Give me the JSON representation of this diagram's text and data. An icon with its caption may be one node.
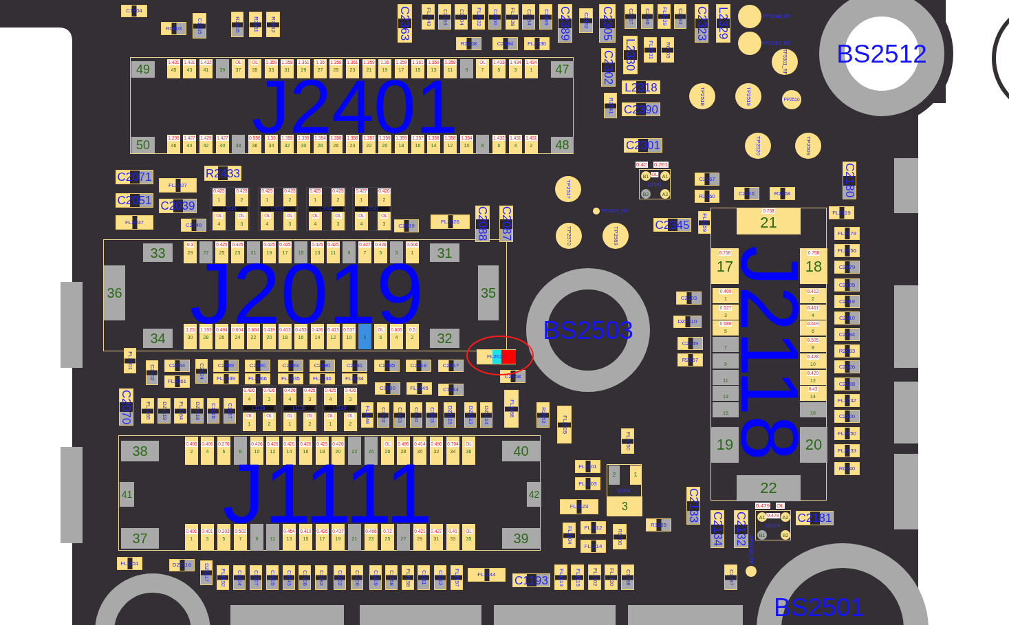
{
  "diagram": {
    "nodes": [
      {
        "text": [
          "BS2512"
        ]
      },
      {
        "text": [
          "BS2503"
        ]
      },
      {
        "text": [
          "BS2501"
        ]
      },
      {
        "text": [
          "J2401"
        ]
      },
      {
        "text": [
          "J2019"
        ]
      },
      {
        "text": [
          "J1111"
        ]
      },
      {
        "text": [
          "J2118"
        ]
      },
      {
        "text": [
          "C1904"
        ]
      },
      {
        "text": [
          "R0803"
        ]
      },
      {
        "text": [
          "C1905"
        ]
      },
      {
        "text": [
          "R2405"
        ]
      },
      {
        "text": [
          "R2411"
        ]
      },
      {
        "text": [
          "R2412"
        ]
      },
      {
        "text": [
          "C2363"
        ]
      },
      {
        "text": [
          "FL2343"
        ]
      },
      {
        "text": [
          "C2393"
        ]
      },
      {
        "text": [
          "C2304"
        ]
      },
      {
        "text": [
          "FL2322"
        ]
      },
      {
        "text": [
          "C2300"
        ]
      },
      {
        "text": [
          "FL2328"
        ]
      },
      {
        "text": [
          "C2394"
        ]
      },
      {
        "text": [
          "C2396"
        ]
      },
      {
        "text": [
          "C2389"
        ]
      },
      {
        "text": [
          "R2468"
        ]
      },
      {
        "text": [
          "C2384"
        ]
      },
      {
        "text": [
          "FL2330"
        ]
      },
      {
        "text": [
          "C2392"
        ]
      },
      {
        "text": [
          "C2305"
        ]
      },
      {
        "text": [
          "C2387"
        ]
      },
      {
        "text": [
          "C2386"
        ]
      },
      {
        "text": [
          "FL2329"
        ]
      },
      {
        "text": [
          "C2383"
        ]
      },
      {
        "text": [
          "C2323"
        ]
      },
      {
        "text": [
          "L2329"
        ]
      },
      {
        "text": [],
        "shape": "circle",
        "beside": [
          "PP3168_RF"
        ]
      },
      {
        "text": [],
        "shape": "circle",
        "beside": [
          "PP3167_RF"
        ]
      },
      {
        "text": [
          "TP5301_RF"
        ]
      },
      {
        "text": [
          "C2302"
        ]
      },
      {
        "text": [
          "L2330"
        ]
      },
      {
        "text": [
          "FL2331"
        ]
      },
      {
        "text": [
          "R0705"
        ]
      },
      {
        "text": [
          "L2318"
        ]
      },
      {
        "text": [
          "R2341"
        ]
      },
      {
        "text": [
          "C2390"
        ]
      },
      {
        "text": [
          "C2301"
        ]
      },
      {
        "text": [
          "TP2518"
        ]
      },
      {
        "text": [
          "TP2519"
        ]
      },
      {
        "text": [
          "PP2510"
        ]
      },
      {
        "text": [
          "TP2520"
        ]
      },
      {
        "text": [
          "TP2509"
        ]
      },
      {
        "text": [
          "C2180"
        ]
      },
      {
        "text": [
          "U2301",
          "B1",
          "A1",
          "B2",
          "A2",
          "OL"
        ],
        "beside": [
          "0.42",
          "0.201"
        ]
      },
      {
        "text": [
          "C2167"
        ]
      },
      {
        "text": [
          "R2160"
        ]
      },
      {
        "text": [
          "C2116"
        ]
      },
      {
        "text": [
          "R2168"
        ]
      },
      {
        "text": [
          "TP2517"
        ]
      },
      {
        "text": [],
        "shape": "circle",
        "beside": [
          "PP3119_RF"
        ]
      },
      {
        "text": [
          "TP2570"
        ]
      },
      {
        "text": [
          "TP2569"
        ]
      },
      {
        "text": [
          "C2345"
        ]
      },
      {
        "text": [
          "FL2159"
        ]
      },
      {
        "text": [
          "FL2119"
        ]
      },
      {
        "text": [
          "FL2179"
        ]
      },
      {
        "text": [
          "FL2156"
        ]
      },
      {
        "text": [
          "C2179"
        ]
      },
      {
        "text": [
          "C2105"
        ]
      },
      {
        "text": [
          "C2119"
        ]
      },
      {
        "text": [
          "C2110"
        ]
      },
      {
        "text": [
          "C2184"
        ]
      },
      {
        "text": [
          "R2183"
        ]
      },
      {
        "text": [
          "C2126"
        ]
      },
      {
        "text": [
          "C2198"
        ]
      },
      {
        "text": [
          "FL2132"
        ]
      },
      {
        "text": [
          "C2100"
        ]
      },
      {
        "text": [
          "FL2150"
        ]
      },
      {
        "text": [
          "FL2133"
        ]
      },
      {
        "text": [
          "R0340"
        ]
      },
      {
        "text": [
          "C2103"
        ]
      },
      {
        "text": [
          "DZ2110"
        ]
      },
      {
        "text": [
          "C2149"
        ]
      },
      {
        "text": [
          "R2167"
        ]
      },
      {
        "text": [
          "C2071"
        ]
      },
      {
        "text": [
          "C2051"
        ]
      },
      {
        "text": [
          "FL2037"
        ]
      },
      {
        "text": [
          "FL2027"
        ]
      },
      {
        "text": [
          "C2039"
        ]
      },
      {
        "text": [
          "R2433"
        ]
      },
      {
        "text": [
          "C2040"
        ]
      },
      {
        "text": [
          "L2043"
        ]
      },
      {
        "text": [
          "L2042"
        ]
      },
      {
        "text": [
          "L2044"
        ]
      },
      {
        "text": [
          "L2041"
        ]
      },
      {
        "text": [
          "C2019"
        ]
      },
      {
        "text": [
          "FL2026"
        ]
      },
      {
        "text": [
          "C2088"
        ]
      },
      {
        "text": [
          "C2087"
        ]
      },
      {
        "text": [
          "FL2024"
        ]
      },
      {
        "text": [
          "C2058"
        ]
      },
      {
        "text": [
          "FL2001"
        ]
      },
      {
        "text": [
          "C2002"
        ]
      },
      {
        "text": [
          "C2044"
        ]
      },
      {
        "text": [
          "C2004"
        ]
      },
      {
        "text": [
          "FL2061"
        ]
      },
      {
        "text": [
          "C2089"
        ]
      },
      {
        "text": [
          "C2090"
        ]
      },
      {
        "text": [
          "C2093"
        ]
      },
      {
        "text": [
          "C2080"
        ]
      },
      {
        "text": [
          "C2081"
        ]
      },
      {
        "text": [
          "C2095"
        ]
      },
      {
        "text": [
          "C2018"
        ]
      },
      {
        "text": [
          "C2017"
        ]
      },
      {
        "text": [
          "FL2039"
        ]
      },
      {
        "text": [
          "FL2066"
        ]
      },
      {
        "text": [
          "FL2035"
        ]
      },
      {
        "text": [
          "FL2036"
        ]
      },
      {
        "text": [
          "FL2034"
        ]
      },
      {
        "text": [
          "C1100"
        ]
      },
      {
        "text": [
          "FL1145"
        ]
      },
      {
        "text": [
          "C1144"
        ]
      },
      {
        "text": [
          "C2070"
        ]
      },
      {
        "text": [
          "FL1165"
        ]
      },
      {
        "text": [
          "DZ1119"
        ]
      },
      {
        "text": [
          "FL1164"
        ]
      },
      {
        "text": [
          "DZ1118"
        ]
      },
      {
        "text": [
          "C1166"
        ]
      },
      {
        "text": [
          "C1167"
        ]
      },
      {
        "text": [
          "L1138"
        ]
      },
      {
        "text": [
          "L1139"
        ]
      },
      {
        "text": [
          "L1140"
        ]
      },
      {
        "text": [
          "FL1148"
        ]
      },
      {
        "text": [
          "C1162"
        ]
      },
      {
        "text": [
          "C1163"
        ]
      },
      {
        "text": [
          "C1110"
        ]
      },
      {
        "text": [
          "C1103"
        ]
      },
      {
        "text": [
          "DZ1115"
        ]
      },
      {
        "text": [
          "DZ1113"
        ]
      },
      {
        "text": [
          "DZ1114"
        ]
      },
      {
        "text": [
          "FL1166"
        ]
      },
      {
        "text": [
          "R2052"
        ]
      },
      {
        "text": [
          "FL2025"
        ]
      },
      {
        "text": [
          "FL2050"
        ]
      },
      {
        "text": [
          "FL1101"
        ]
      },
      {
        "text": [
          "FL1103"
        ]
      },
      {
        "text": [
          "Q1101"
        ]
      },
      {
        "text": [
          "FL1123"
        ]
      },
      {
        "text": [
          "C2133"
        ]
      },
      {
        "text": [
          "R1185"
        ]
      },
      {
        "text": [
          "C2134"
        ]
      },
      {
        "text": [
          "C2132"
        ]
      },
      {
        "text": [
          "U2100",
          "A1",
          "A2",
          "B1",
          "B2",
          "0.479"
        ],
        "beside": [
          "0.479",
          "OL"
        ]
      },
      {
        "text": [
          "C2181"
        ]
      },
      {
        "text": [
          "FL1104"
        ]
      },
      {
        "text": [
          "FL1112"
        ]
      },
      {
        "text": [
          "FL1114"
        ]
      },
      {
        "text": [
          "R0708"
        ]
      },
      {
        "text": [
          "FL1151"
        ]
      },
      {
        "text": [
          "DZ1116"
        ]
      },
      {
        "text": [
          "DZ1117"
        ]
      },
      {
        "text": [
          "FL1152"
        ]
      },
      {
        "text": [
          "C1104"
        ]
      },
      {
        "text": [
          "C1107"
        ]
      },
      {
        "text": [
          "C1105"
        ]
      },
      {
        "text": [
          "C1143"
        ]
      },
      {
        "text": [
          "C1108"
        ]
      },
      {
        "text": [
          "C1182"
        ]
      },
      {
        "text": [
          "C1102"
        ]
      },
      {
        "text": [
          "C1106"
        ]
      },
      {
        "text": [
          "C1109"
        ]
      },
      {
        "text": [
          "C1168"
        ]
      },
      {
        "text": [
          "FL1158"
        ]
      },
      {
        "text": [
          "C1111"
        ]
      },
      {
        "text": [
          "C1112"
        ]
      },
      {
        "text": [
          "FL1157"
        ]
      },
      {
        "text": [
          "FL1144"
        ]
      },
      {
        "text": [
          "C1193"
        ]
      },
      {
        "text": [
          "FL1113"
        ]
      },
      {
        "text": [
          "FL1115"
        ]
      },
      {
        "text": [
          "FL1102"
        ]
      },
      {
        "text": [
          "FL1120"
        ]
      },
      {
        "text": [
          "C1288"
        ]
      },
      {
        "text": [
          "C1287"
        ]
      },
      {
        "text": [],
        "shape": "circle",
        "beside": [
          "PP3120_RF"
        ]
      },
      {
        "text": [
          "49"
        ],
        "in": 3
      },
      {
        "text": [
          "1.431",
          "45"
        ],
        "in": 3
      },
      {
        "text": [
          "1.431",
          "43"
        ],
        "in": 3
      },
      {
        "text": [
          "1.432",
          "41"
        ],
        "in": 3
      },
      {
        "text": [
          "39"
        ],
        "in": 3
      },
      {
        "text": [
          "OL",
          "37"
        ],
        "in": 3
      },
      {
        "text": [
          "OL",
          "35"
        ],
        "in": 3
      },
      {
        "text": [
          "1.359",
          "33"
        ],
        "in": 3
      },
      {
        "text": [
          "1.358",
          "31"
        ],
        "in": 3
      },
      {
        "text": [
          "1.361",
          "29"
        ],
        "in": 3
      },
      {
        "text": [
          "1.36",
          "27"
        ],
        "in": 3
      },
      {
        "text": [
          "1.358",
          "25"
        ],
        "in": 3
      },
      {
        "text": [
          "1.361",
          "23"
        ],
        "in": 3
      },
      {
        "text": [
          "1.359",
          "21"
        ],
        "in": 3
      },
      {
        "text": [
          "1.36",
          "19"
        ],
        "in": 3
      },
      {
        "text": [
          "1.359",
          "17"
        ],
        "in": 3
      },
      {
        "text": [
          "1.361",
          "15"
        ],
        "in": 3
      },
      {
        "text": [
          "1.359",
          "13"
        ],
        "in": 3
      },
      {
        "text": [
          "1.358",
          "11"
        ],
        "in": 3
      },
      {
        "text": [
          "9"
        ],
        "in": 3
      },
      {
        "text": [
          "OL",
          "7"
        ],
        "in": 3
      },
      {
        "text": [
          "1.433",
          "5"
        ],
        "in": 3
      },
      {
        "text": [
          "1.434",
          "3"
        ],
        "in": 3
      },
      {
        "text": [
          "1.434",
          "1"
        ],
        "in": 3
      },
      {
        "text": [
          "47"
        ],
        "in": 3
      },
      {
        "text": [
          "50"
        ],
        "in": 3
      },
      {
        "text": [
          "1.295",
          "46"
        ],
        "in": 3
      },
      {
        "text": [
          "1.427",
          "44"
        ],
        "in": 3
      },
      {
        "text": [
          "1.429",
          "42"
        ],
        "in": 3
      },
      {
        "text": [
          "1.427",
          "40"
        ],
        "in": 3
      },
      {
        "text": [
          "38"
        ],
        "in": 3
      },
      {
        "text": [
          "0.556",
          "36"
        ],
        "in": 3
      },
      {
        "text": [
          "1.36",
          "34"
        ],
        "in": 3
      },
      {
        "text": [
          "1.355",
          "32"
        ],
        "in": 3
      },
      {
        "text": [
          "1.355",
          "30"
        ],
        "in": 3
      },
      {
        "text": [
          "1.354",
          "28"
        ],
        "in": 3
      },
      {
        "text": [
          "1.358",
          "26"
        ],
        "in": 3
      },
      {
        "text": [
          "1.358",
          "24"
        ],
        "in": 3
      },
      {
        "text": [
          "1.357",
          "22"
        ],
        "in": 3
      },
      {
        "text": [
          "1.359",
          "20"
        ],
        "in": 3
      },
      {
        "text": [
          "1.359",
          "18"
        ],
        "in": 3
      },
      {
        "text": [
          "1.357",
          "16"
        ],
        "in": 3
      },
      {
        "text": [
          "1.358",
          "14"
        ],
        "in": 3
      },
      {
        "text": [
          "1.358",
          "12"
        ],
        "in": 3
      },
      {
        "text": [
          "1.354",
          "10"
        ],
        "in": 3
      },
      {
        "text": [
          "8"
        ],
        "in": 3
      },
      {
        "text": [
          "1.432",
          "6"
        ],
        "in": 3
      },
      {
        "text": [
          "1.431",
          "4"
        ],
        "in": 3
      },
      {
        "text": [
          "1.431",
          "2"
        ],
        "in": 3
      },
      {
        "text": [
          "48"
        ],
        "in": 3
      },
      {
        "text": [
          "33"
        ],
        "in": 4
      },
      {
        "text": [
          "0.3",
          "29"
        ],
        "in": 4
      },
      {
        "text": [
          "27"
        ],
        "in": 4
      },
      {
        "text": [
          "0.425",
          "25"
        ],
        "in": 4
      },
      {
        "text": [
          "0.425",
          "23"
        ],
        "in": 4
      },
      {
        "text": [
          "21"
        ],
        "in": 4
      },
      {
        "text": [
          "0.425",
          "19"
        ],
        "in": 4
      },
      {
        "text": [
          "0.425",
          "17"
        ],
        "in": 4
      },
      {
        "text": [
          "15"
        ],
        "in": 4
      },
      {
        "text": [
          "0.425",
          "13"
        ],
        "in": 4
      },
      {
        "text": [
          "0.425",
          "11"
        ],
        "in": 4
      },
      {
        "text": [
          "9"
        ],
        "in": 4
      },
      {
        "text": [
          "0.427",
          "7"
        ],
        "in": 4
      },
      {
        "text": [
          "0.426",
          "5"
        ],
        "in": 4
      },
      {
        "text": [
          "3"
        ],
        "in": 4
      },
      {
        "text": [
          "0.606",
          "1"
        ],
        "in": 4
      },
      {
        "text": [
          "31"
        ],
        "in": 4
      },
      {
        "text": [
          "36"
        ],
        "in": 4
      },
      {
        "text": [
          "35"
        ],
        "in": 4
      },
      {
        "text": [
          "34"
        ],
        "in": 4
      },
      {
        "text": [
          "1.25",
          "30"
        ],
        "in": 4
      },
      {
        "text": [
          "1.393",
          "28"
        ],
        "in": 4
      },
      {
        "text": [
          "0.494",
          "26"
        ],
        "in": 4
      },
      {
        "text": [
          "0.604",
          "24"
        ],
        "in": 4
      },
      {
        "text": [
          "0.604",
          "22"
        ],
        "in": 4
      },
      {
        "text": [
          "0.419",
          "20"
        ],
        "in": 4
      },
      {
        "text": [
          "0.413",
          "18"
        ],
        "in": 4
      },
      {
        "text": [
          "0.453",
          "16"
        ],
        "in": 4
      },
      {
        "text": [
          "0.426",
          "14"
        ],
        "in": 4
      },
      {
        "text": [
          "0.413",
          "12"
        ],
        "in": 4
      },
      {
        "text": [
          "0.537",
          "10"
        ],
        "in": 4
      },
      {
        "text": [
          "8"
        ],
        "in": 4
      },
      {
        "text": [
          "OL",
          "6"
        ],
        "in": 4
      },
      {
        "text": [
          "0.605",
          "4"
        ],
        "in": 4
      },
      {
        "text": [
          "0.5",
          "2"
        ],
        "in": 4
      },
      {
        "text": [
          "32"
        ],
        "in": 4
      },
      {
        "text": [
          "38"
        ],
        "in": 5
      },
      {
        "text": [
          "0.406",
          "2"
        ],
        "in": 5
      },
      {
        "text": [
          "0.406",
          "4"
        ],
        "in": 5
      },
      {
        "text": [
          "0.276",
          "6"
        ],
        "in": 5
      },
      {
        "text": [
          "8"
        ],
        "in": 5
      },
      {
        "text": [
          "0.426",
          "10"
        ],
        "in": 5
      },
      {
        "text": [
          "0.426",
          "12"
        ],
        "in": 5
      },
      {
        "text": [
          "0.426",
          "14"
        ],
        "in": 5
      },
      {
        "text": [
          "0.426",
          "16"
        ],
        "in": 5
      },
      {
        "text": [
          "0.425",
          "18"
        ],
        "in": 5
      },
      {
        "text": [
          "0.426",
          "20"
        ],
        "in": 5
      },
      {
        "text": [
          "22"
        ],
        "in": 5
      },
      {
        "text": [
          "24"
        ],
        "in": 5
      },
      {
        "text": [
          "OL",
          "26"
        ],
        "in": 5
      },
      {
        "text": [
          "0.495",
          "28"
        ],
        "in": 5
      },
      {
        "text": [
          "0.414",
          "30"
        ],
        "in": 5
      },
      {
        "text": [
          "0.496",
          "32"
        ],
        "in": 5
      },
      {
        "text": [
          "0.704",
          "34"
        ],
        "in": 5
      },
      {
        "text": [
          "OL",
          "36"
        ],
        "in": 5
      },
      {
        "text": [
          "40"
        ],
        "in": 5
      },
      {
        "text": [
          "41"
        ],
        "in": 5
      },
      {
        "text": [
          "42"
        ],
        "in": 5
      },
      {
        "text": [
          "37"
        ],
        "in": 5
      },
      {
        "text": [
          "0.401",
          "1"
        ],
        "in": 5
      },
      {
        "text": [
          "0.401",
          "3"
        ],
        "in": 5
      },
      {
        "text": [
          "0.303",
          "5"
        ],
        "in": 5
      },
      {
        "text": [
          "0.502",
          "7"
        ],
        "in": 5
      },
      {
        "text": [
          "9"
        ],
        "in": 5
      },
      {
        "text": [
          "11"
        ],
        "in": 5
      },
      {
        "text": [
          "0.454",
          "13"
        ],
        "in": 5
      },
      {
        "text": [
          "0.419",
          "15"
        ],
        "in": 5
      },
      {
        "text": [
          "0.426",
          "17"
        ],
        "in": 5
      },
      {
        "text": [
          "0.417",
          "19"
        ],
        "in": 5
      },
      {
        "text": [
          "21"
        ],
        "in": 5
      },
      {
        "text": [
          "0.496",
          "23"
        ],
        "in": 5
      },
      {
        "text": [
          "0.72",
          "25"
        ],
        "in": 5
      },
      {
        "text": [
          "27"
        ],
        "in": 5
      },
      {
        "text": [
          "0.421",
          "29"
        ],
        "in": 5
      },
      {
        "text": [
          "0.427",
          "31"
        ],
        "in": 5
      },
      {
        "text": [
          "0.41",
          "33"
        ],
        "in": 5
      },
      {
        "text": [
          "OL",
          "35"
        ],
        "in": 5
      },
      {
        "text": [
          "39"
        ],
        "in": 5
      },
      {
        "text": [
          "0.758",
          "21"
        ],
        "in": 6
      },
      {
        "text": [
          "0.758",
          "17"
        ],
        "in": 6
      },
      {
        "text": [
          "0.758",
          "18"
        ],
        "in": 6
      },
      {
        "text": [
          "0.409",
          "1"
        ],
        "in": 6
      },
      {
        "text": [
          "0.413",
          "2"
        ],
        "in": 6
      },
      {
        "text": [
          "0.527",
          "3"
        ],
        "in": 6
      },
      {
        "text": [
          "0.461",
          "4"
        ],
        "in": 6
      },
      {
        "text": [
          "0.689",
          "5"
        ],
        "in": 6
      },
      {
        "text": [
          "0.619",
          "6"
        ],
        "in": 6
      },
      {
        "text": [
          "7"
        ],
        "in": 6
      },
      {
        "text": [
          "0.505",
          "8"
        ],
        "in": 6
      },
      {
        "text": [
          "9"
        ],
        "in": 6
      },
      {
        "text": [
          "0.428",
          "10"
        ],
        "in": 6
      },
      {
        "text": [
          "11"
        ],
        "in": 6
      },
      {
        "text": [
          "0.429",
          "12"
        ],
        "in": 6
      },
      {
        "text": [
          "13"
        ],
        "in": 6
      },
      {
        "text": [
          "0.43",
          "14"
        ],
        "in": 6
      },
      {
        "text": [
          "15"
        ],
        "in": 6
      },
      {
        "text": [
          "16"
        ],
        "in": 6
      },
      {
        "text": [
          "19"
        ],
        "in": 6
      },
      {
        "text": [
          "20"
        ],
        "in": 6
      },
      {
        "text": [
          "22"
        ],
        "in": 6
      },
      {
        "text": [
          "0.425",
          "1"
        ],
        "in": 89
      },
      {
        "text": [
          "0.425",
          "2"
        ],
        "in": 89
      },
      {
        "text": [
          "OL",
          "4"
        ],
        "in": 89
      },
      {
        "text": [
          "OL",
          "3"
        ],
        "in": 89
      },
      {
        "text": [
          "0.425",
          "1"
        ],
        "in": 90
      },
      {
        "text": [
          "0.425",
          "2"
        ],
        "in": 90
      },
      {
        "text": [
          "OL",
          "4"
        ],
        "in": 90
      },
      {
        "text": [
          "OL",
          "3"
        ],
        "in": 90
      },
      {
        "text": [
          "0.425",
          "1"
        ],
        "in": 91
      },
      {
        "text": [
          "0.425",
          "2"
        ],
        "in": 91
      },
      {
        "text": [
          "OL",
          "4"
        ],
        "in": 91
      },
      {
        "text": [
          "OL",
          "3"
        ],
        "in": 91
      },
      {
        "text": [
          "0.427",
          "1"
        ],
        "in": 92
      },
      {
        "text": [
          "0.426",
          "2"
        ],
        "in": 92
      },
      {
        "text": [
          "OL",
          "4"
        ],
        "in": 92
      },
      {
        "text": [
          "OL",
          "3"
        ],
        "in": 92
      },
      {
        "text": [
          "0.426",
          "4"
        ],
        "in": 127
      },
      {
        "text": [
          "0.426",
          "3"
        ],
        "in": 127
      },
      {
        "text": [
          "OL",
          "1"
        ],
        "in": 127
      },
      {
        "text": [
          "OL",
          "2"
        ],
        "in": 127
      },
      {
        "text": [
          "0.426",
          "4"
        ],
        "in": 128
      },
      {
        "text": [
          "0.426",
          "3"
        ],
        "in": 128
      },
      {
        "text": [
          "OL",
          "1"
        ],
        "in": 128
      },
      {
        "text": [
          "OL",
          "2"
        ],
        "in": 128
      },
      {
        "text": [
          "0.425",
          "4"
        ],
        "in": 129
      },
      {
        "text": [
          "0.426",
          "3"
        ],
        "in": 129
      },
      {
        "text": [
          "OL",
          "1"
        ],
        "in": 129
      },
      {
        "text": [
          "OL",
          "2"
        ],
        "in": 129
      },
      {
        "text": [
          "2"
        ],
        "in": 144
      },
      {
        "text": [
          "1"
        ],
        "in": 144
      },
      {
        "text": [
          "3"
        ],
        "in": 144
      }
    ]
  }
}
